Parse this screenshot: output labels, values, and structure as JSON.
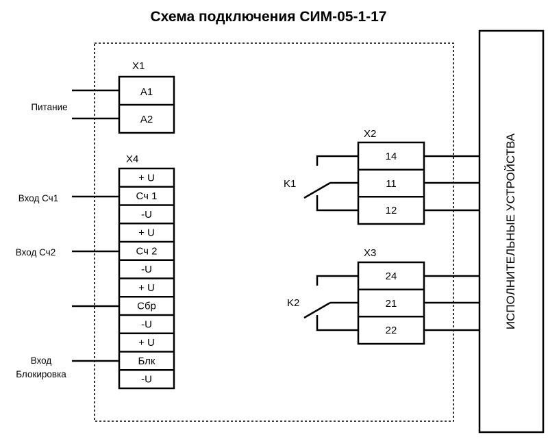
{
  "title": "Схема подключения СИМ-05-1-17",
  "x1": {
    "name": "X1",
    "terminals": [
      "A1",
      "A2"
    ],
    "power_label": "Питание"
  },
  "x4": {
    "name": "X4",
    "terminals": [
      "+ U",
      "Сч 1",
      "-U",
      "+ U",
      "Сч 2",
      "-U",
      "+ U",
      "Сбр",
      "-U",
      "+ U",
      "Блк",
      "-U"
    ],
    "inputs": {
      "count1": "Вход Сч1",
      "count2": "Вход Сч2",
      "block_line1": "Вход",
      "block_line2": "Блокировка"
    }
  },
  "x2": {
    "name": "X2",
    "terminals": [
      "14",
      "11",
      "12"
    ],
    "relay": "K1"
  },
  "x3": {
    "name": "X3",
    "terminals": [
      "24",
      "21",
      "22"
    ],
    "relay": "K2"
  },
  "actuators": "ИСПОЛНИТЕЛЬНЫЕ УСТРОЙСТВА"
}
